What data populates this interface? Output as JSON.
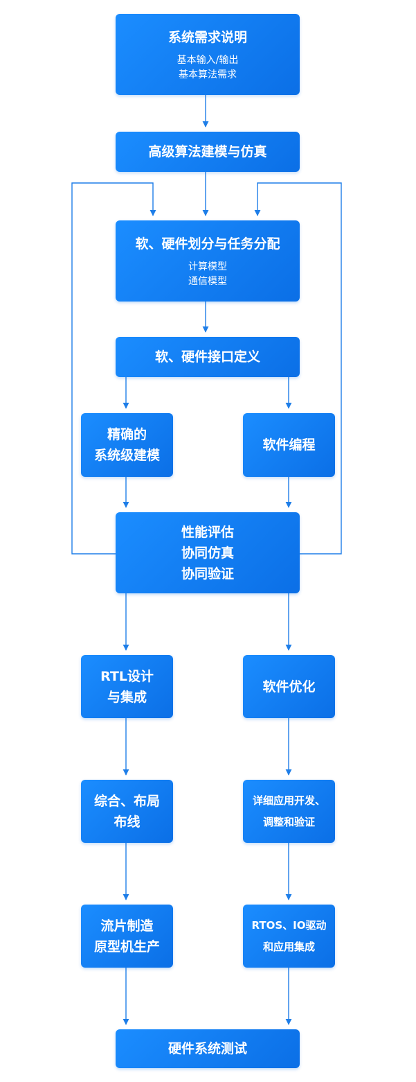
{
  "diagram": {
    "colors": {
      "box": "#1677ff",
      "edge": "#1e7ee8",
      "text": "#ffffff"
    },
    "nodes": {
      "requirements": {
        "title": "系统需求说明",
        "details": [
          "基本输入/输出",
          "基本算法需求"
        ]
      },
      "algorithm_modeling": {
        "title": "高级算法建模与仿真"
      },
      "partitioning": {
        "title": "软、硬件划分与任务分配",
        "details": [
          "计算模型",
          "通信模型"
        ]
      },
      "interface": {
        "title": "软、硬件接口定义"
      },
      "system_modeling": {
        "lines": [
          "精确的",
          "系统级建模"
        ]
      },
      "software_programming": {
        "title": "软件编程"
      },
      "evaluation": {
        "lines": [
          "性能评估",
          "协同仿真",
          "协同验证"
        ]
      },
      "rtl": {
        "lines": [
          "RTL设计",
          "与集成"
        ]
      },
      "software_optimization": {
        "title": "软件优化"
      },
      "synthesis": {
        "lines": [
          "综合、布局",
          "布线"
        ]
      },
      "app_dev": {
        "lines": [
          "详细应用开发、",
          "调整和验证"
        ]
      },
      "fabrication": {
        "lines": [
          "流片制造",
          "原型机生产"
        ]
      },
      "rtos": {
        "lines": [
          "RTOS、IO驱动",
          "和应用集成"
        ]
      },
      "hw_test": {
        "title": "硬件系统测试"
      }
    }
  }
}
